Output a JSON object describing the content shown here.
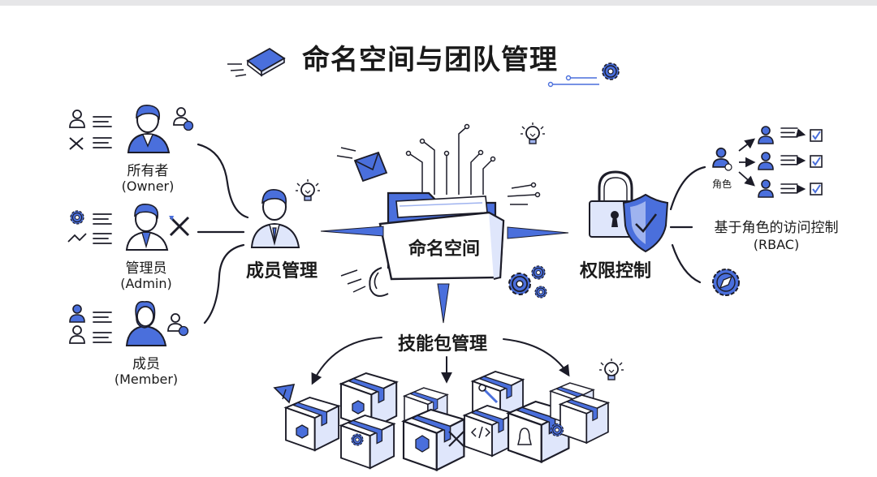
{
  "title": "命名空间与团队管理",
  "center": {
    "label": "命名空间"
  },
  "member_mgmt": {
    "label": "成员管理"
  },
  "permission": {
    "label": "权限控制",
    "role_label": "角色",
    "rbac_cn": "基于角色的访问控制",
    "rbac_en": "(RBAC)"
  },
  "skills": {
    "label": "技能包管理"
  },
  "roles": [
    {
      "cn": "所有者",
      "en": "(Owner)"
    },
    {
      "cn": "管理员",
      "en": "(Admin)"
    },
    {
      "cn": "成员",
      "en": "(Member)"
    }
  ],
  "colors": {
    "accent": "#4a6fdc",
    "accent_light": "#9fb3ef",
    "pale": "#dfe6fb",
    "ink": "#1c1c28"
  }
}
